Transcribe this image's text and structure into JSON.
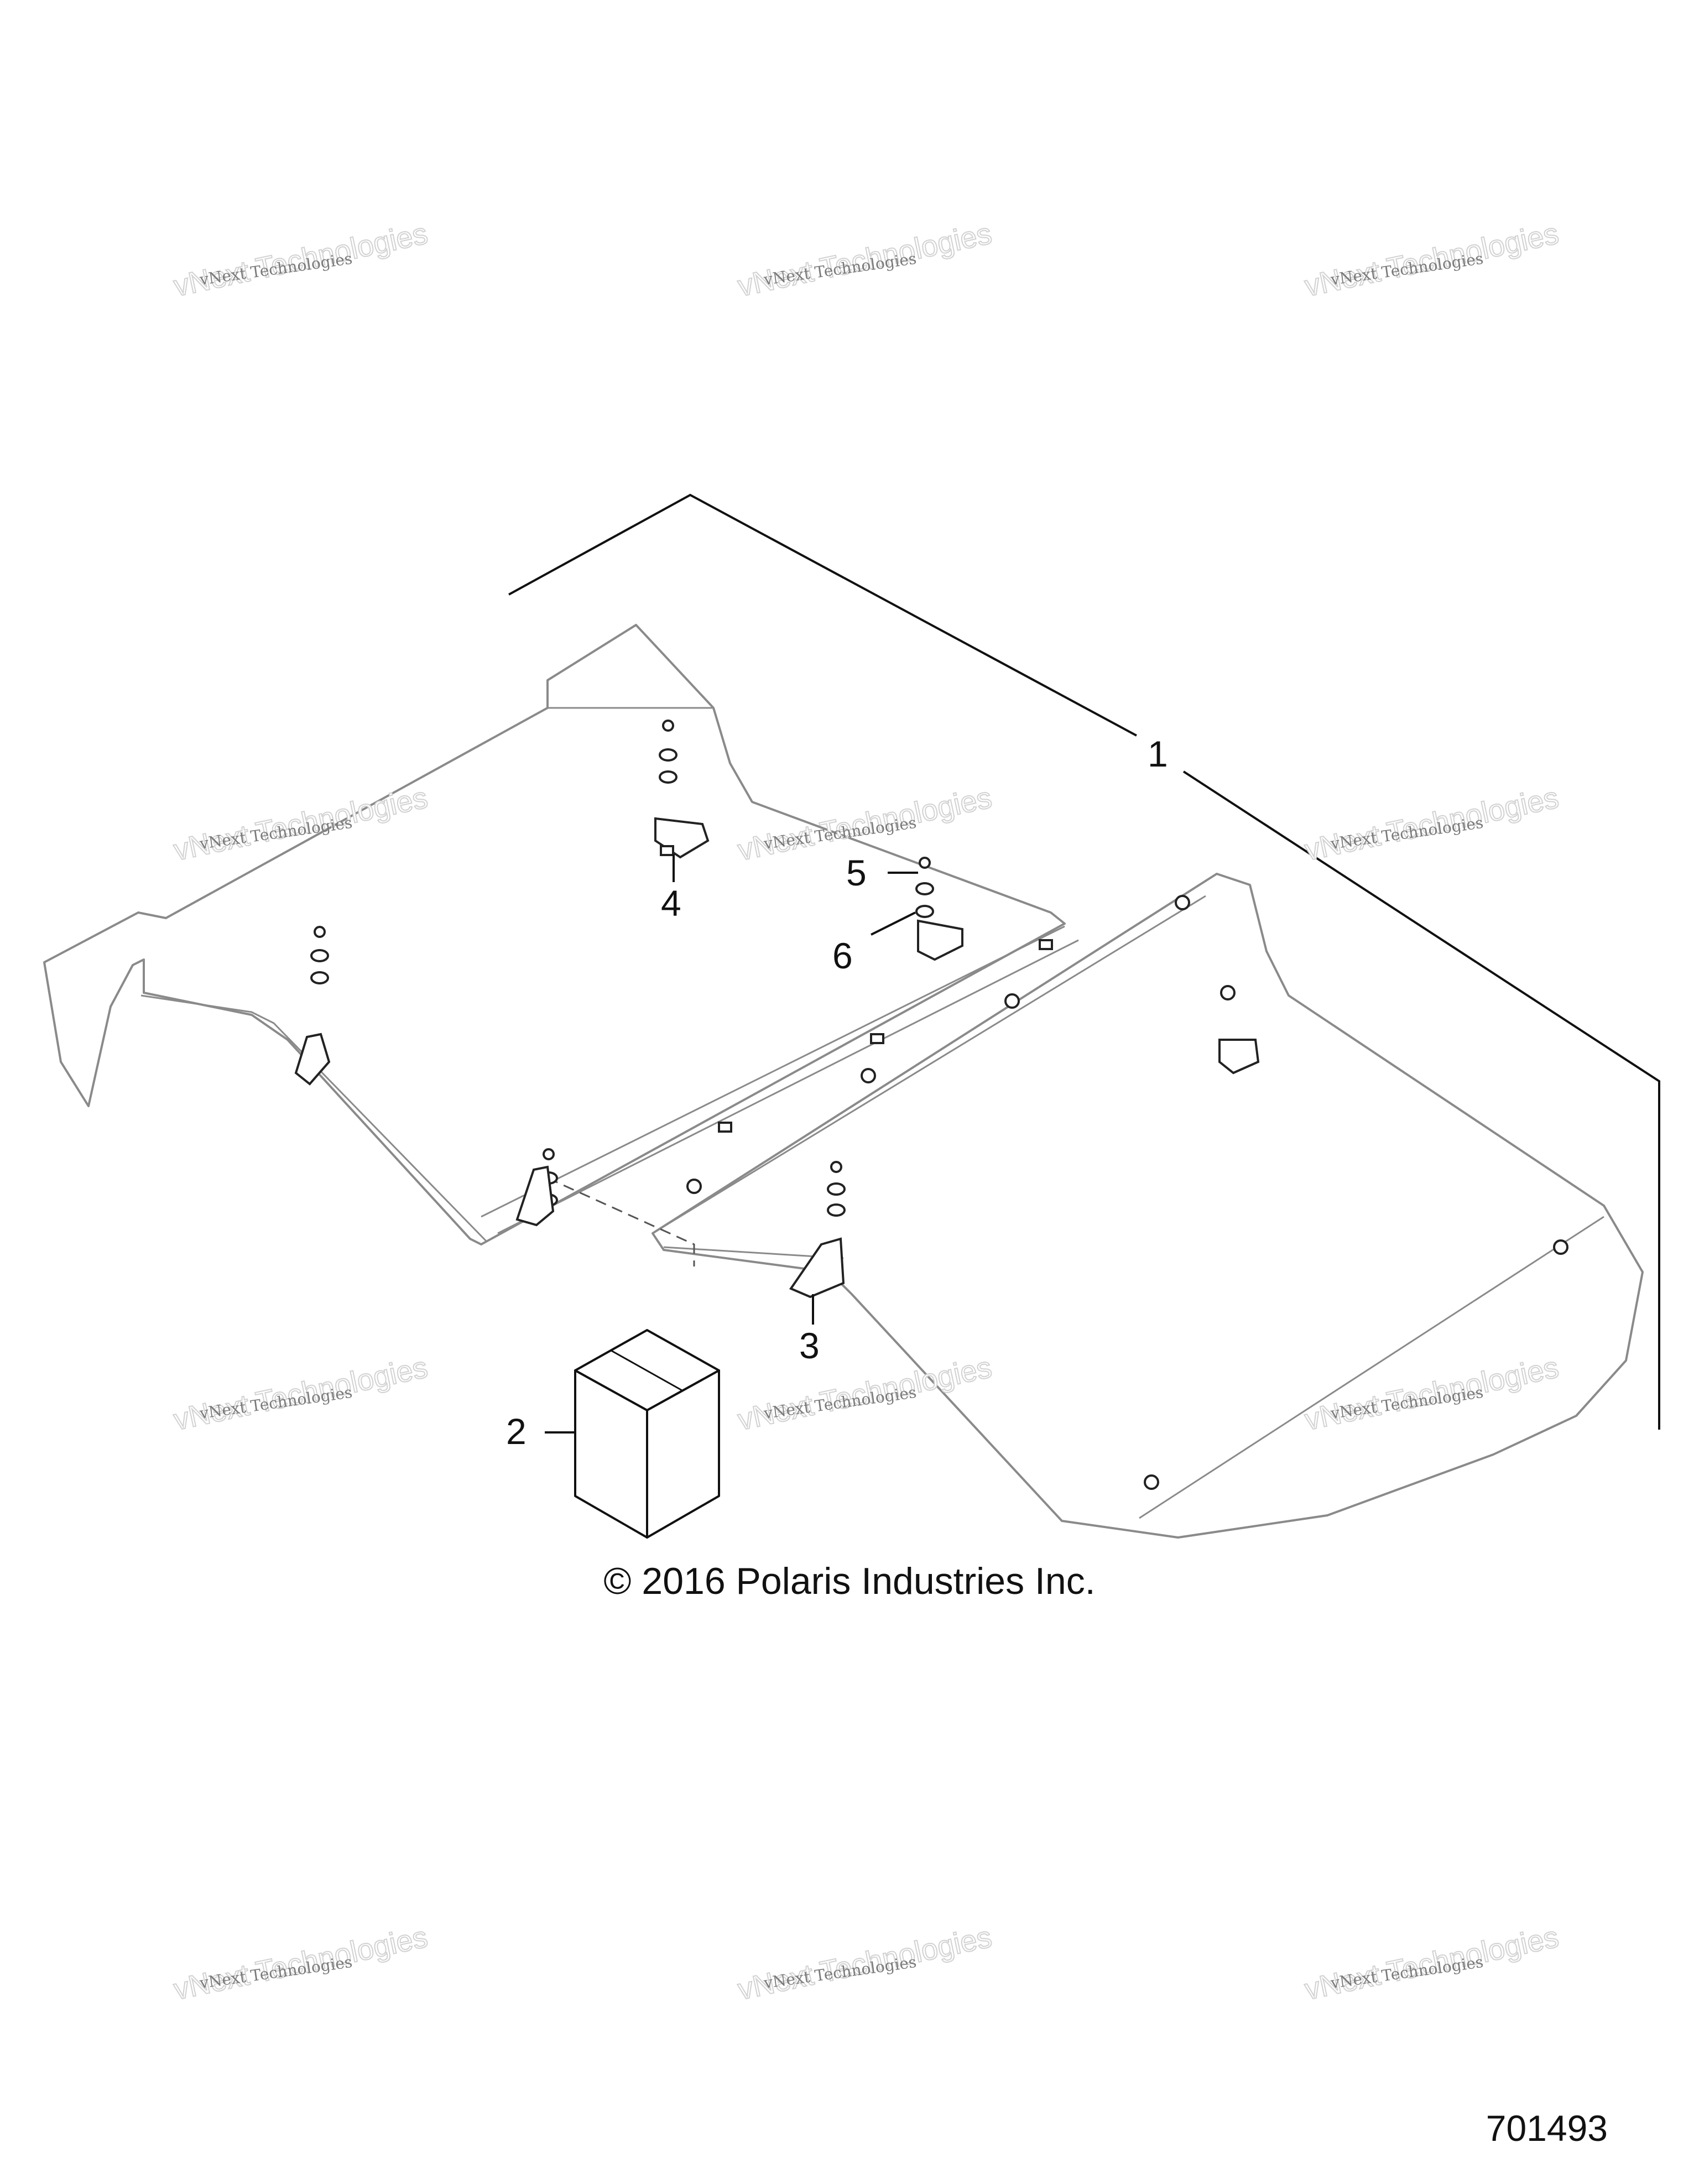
{
  "watermark": {
    "small_text": "vNext Technologies",
    "big_text": "vNext Technologies"
  },
  "callouts": [
    "1",
    "2",
    "3",
    "4",
    "5",
    "6"
  ],
  "copyright": "© 2016 Polaris Industries Inc.",
  "diagram_id": "701493"
}
